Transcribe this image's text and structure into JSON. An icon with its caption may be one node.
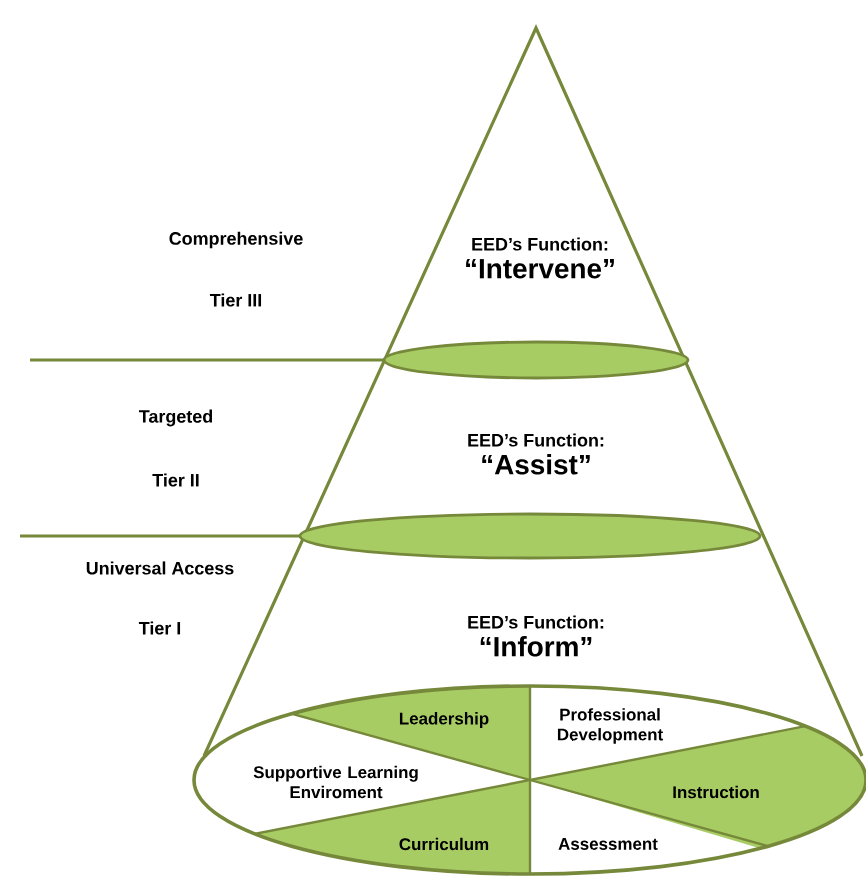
{
  "diagram": {
    "nodes": [
      {
        "text": [
          "EED’s Function:",
          "“Intervene”"
        ]
      },
      {
        "text": [
          "EED’s Function:",
          "“Assist”"
        ]
      },
      {
        "text": [
          "EED’s Function:",
          "“Inform”"
        ]
      },
      {
        "text": [
          "Leadership"
        ]
      },
      {
        "text": [
          "Professional Development"
        ]
      },
      {
        "text": [
          "Supportive Learning Enviroment"
        ]
      },
      {
        "text": [
          "Instruction"
        ]
      },
      {
        "text": [
          "Curriculum"
        ]
      },
      {
        "text": [
          "Assessment"
        ]
      }
    ],
    "labels": [
      "Comprehensive",
      "Tier III",
      "Targeted",
      "Tier II",
      "Universal Access",
      "Tier I"
    ]
  }
}
